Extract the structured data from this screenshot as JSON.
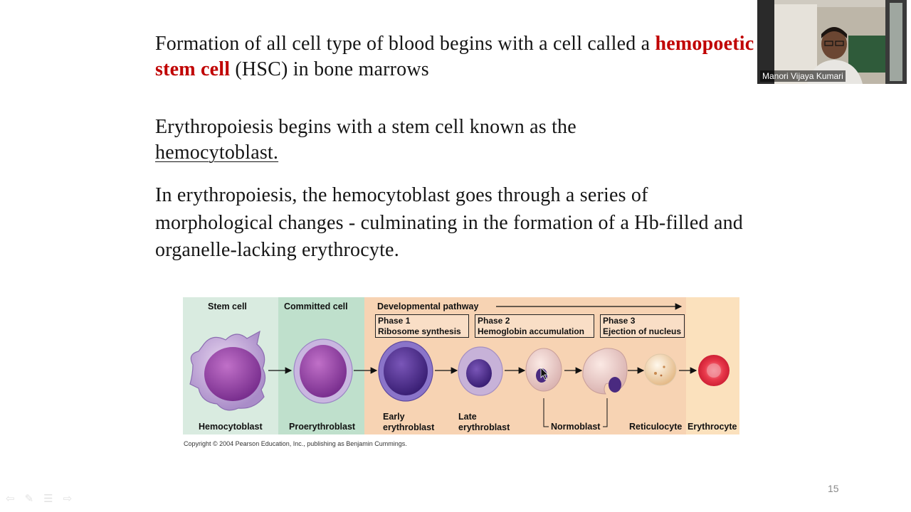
{
  "slide": {
    "p1_before": "Formation of all cell type of blood begins with a cell called a ",
    "p1_highlight": "hemopoetic stem cell",
    "p1_after": " (HSC) in bone marrows",
    "p2_line1": "Erythropoiesis begins with a stem cell known as the",
    "p2_underlined": "hemocytoblast.",
    "p3": "In erythropoiesis, the hemocytoblast goes through a series of morphological changes - culminating in the formation of a Hb-filled and organelle-lacking erythrocyte.",
    "page_number": "15"
  },
  "figure": {
    "headers": {
      "stem_cell": "Stem cell",
      "committed_cell": "Committed cell",
      "developmental_pathway": "Developmental pathway"
    },
    "phases": [
      {
        "title": "Phase 1",
        "subtitle": "Ribosome synthesis"
      },
      {
        "title": "Phase 2",
        "subtitle": "Hemoglobin accumulation"
      },
      {
        "title": "Phase 3",
        "subtitle": "Ejection of nucleus"
      }
    ],
    "cells": {
      "hemocytoblast": "Hemocytoblast",
      "proerythroblast": "Proerythroblast",
      "early": "Early",
      "early2": "erythroblast",
      "late": "Late",
      "late2": "erythroblast",
      "normoblast": "Normoblast",
      "reticulocyte": "Reticulocyte",
      "erythrocyte": "Erythrocyte"
    },
    "copyright": "Copyright © 2004 Pearson Education, Inc., publishing as Benjamin Cummings."
  },
  "webcam": {
    "participant_name": "Manori Vijaya Kumari"
  },
  "nav": {
    "prev_icon": "⇦",
    "pen_icon": "✎",
    "menu_icon": "☰",
    "next_icon": "⇨"
  },
  "colors": {
    "highlight": "#c00000",
    "stem_bg": "#d9ebe0",
    "committed_bg": "#bfe0cc",
    "pathway_bg": "#f7d3b3",
    "erythrocyte_bg": "#fbe1bd"
  }
}
